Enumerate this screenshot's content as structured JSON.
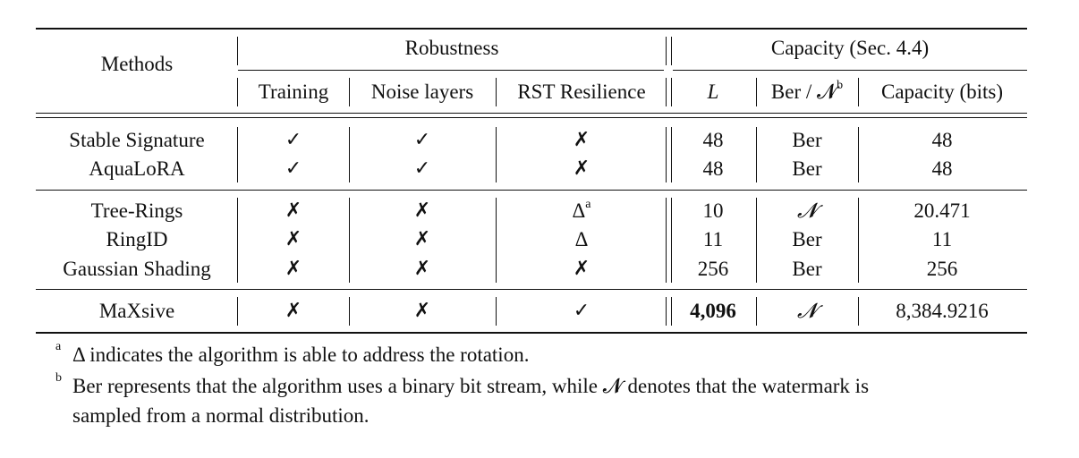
{
  "header": {
    "methods": "Methods",
    "robustness": "Robustness",
    "capacity_group": "Capacity (Sec. 4.4)",
    "training": "Training",
    "noise_layers": "Noise layers",
    "rst": "RST Resilience",
    "L": "L",
    "ber_n": "Ber / 𝓝",
    "ber_n_sup": "b",
    "capacity_bits": "Capacity (bits)"
  },
  "rows": [
    {
      "method": "Stable Signature",
      "training": "✓",
      "noise": "✓",
      "rst": "✗",
      "rst_sup": "",
      "L": "48",
      "dist": "Ber",
      "capacity": "48"
    },
    {
      "method": "AquaLoRA",
      "training": "✓",
      "noise": "✓",
      "rst": "✗",
      "rst_sup": "",
      "L": "48",
      "dist": "Ber",
      "capacity": "48"
    },
    {
      "method": "Tree-Rings",
      "training": "✗",
      "noise": "✗",
      "rst": "Δ",
      "rst_sup": "a",
      "L": "10",
      "dist": "𝓝",
      "capacity": "20.471"
    },
    {
      "method": "RingID",
      "training": "✗",
      "noise": "✗",
      "rst": "Δ",
      "rst_sup": "",
      "L": "11",
      "dist": "Ber",
      "capacity": "11"
    },
    {
      "method": "Gaussian Shading",
      "training": "✗",
      "noise": "✗",
      "rst": "✗",
      "rst_sup": "",
      "L": "256",
      "dist": "Ber",
      "capacity": "256"
    },
    {
      "method": "MaXsive",
      "training": "✗",
      "noise": "✗",
      "rst": "✓",
      "rst_sup": "",
      "L": "4,096",
      "dist": "𝓝",
      "capacity": "8,384.9216"
    }
  ],
  "footnotes": {
    "a_mark": "a",
    "a_text": "Δ indicates the algorithm is able to address the rotation.",
    "b_mark": "b",
    "b_line1": "Ber represents that the algorithm uses a binary bit stream, while 𝓝 denotes that the watermark is",
    "b_line2": "sampled from a normal distribution."
  }
}
